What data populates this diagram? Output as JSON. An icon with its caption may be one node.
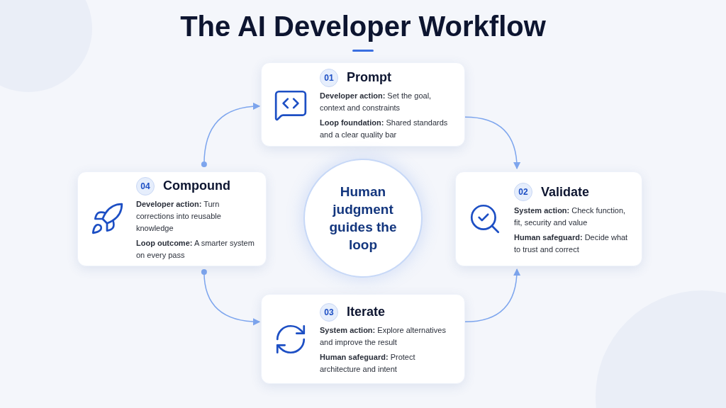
{
  "diagram": {
    "title": "The AI Developer Workflow",
    "nodes": [
      {
        "text": [
          "01",
          "Prompt",
          "**Developer action:** Set the goal, context and constraints",
          "**Loop foundation:** Shared standards and a clear quality bar"
        ]
      },
      {
        "text": [
          "02",
          "Validate",
          "**System action:** Check function, fit, security and value",
          "**Human safeguard:** Decide what to trust and correct"
        ]
      },
      {
        "text": [
          "03",
          "Iterate",
          "**System action:** Explore alternatives and improve the result",
          "**Human safeguard:** Protect architecture and intent"
        ]
      },
      {
        "text": [
          "04",
          "Compound",
          "**Developer action:** Turn corrections into reusable knowledge",
          "**Loop outcome:** A smarter system on every pass"
        ]
      },
      {
        "text": [
          "Human judgment guides the loop"
        ]
      }
    ],
    "edges": [
      {
        "from": 0,
        "to": 1,
        "arrow": "to"
      },
      {
        "from": 2,
        "to": 1,
        "arrow": "to"
      },
      {
        "from": 3,
        "to": 2,
        "arrow": "to"
      },
      {
        "from": 3,
        "to": 0,
        "arrow": "to"
      }
    ]
  }
}
